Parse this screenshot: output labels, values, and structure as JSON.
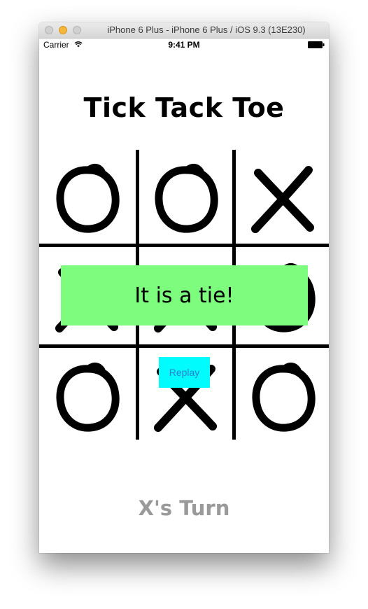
{
  "window": {
    "title": "iPhone 6 Plus - iPhone 6 Plus / iOS 9.3 (13E230)"
  },
  "status_bar": {
    "carrier": "Carrier",
    "time": "9:41 PM",
    "wifi_icon": "wifi-icon",
    "battery_icon": "battery-icon"
  },
  "game": {
    "title": "Tick Tack Toe",
    "board": [
      [
        "O",
        "O",
        "X"
      ],
      [
        "X",
        "X",
        "O"
      ],
      [
        "O",
        "X",
        "O"
      ]
    ],
    "result_message": "It is a tie!",
    "replay_label": "Replay",
    "turn_label": "X's Turn"
  },
  "colors": {
    "banner": "#7dfc7d",
    "replay_button": "#00fcfc",
    "replay_text": "#2a7fd4",
    "turn_text": "#9a9a9a"
  }
}
